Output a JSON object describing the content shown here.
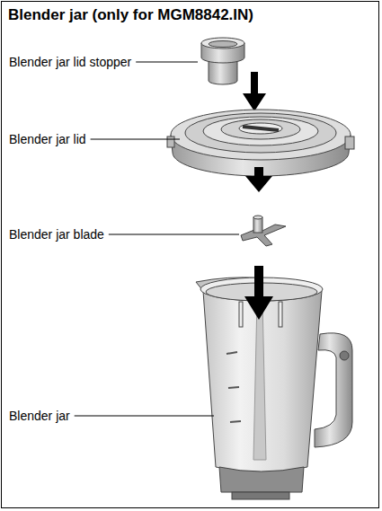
{
  "diagram": {
    "title": "Blender jar (only for MGM8842.IN)",
    "labels": [
      "Blender jar lid stopper",
      "Blender jar lid",
      "Blender jar blade",
      "Blender jar"
    ]
  }
}
